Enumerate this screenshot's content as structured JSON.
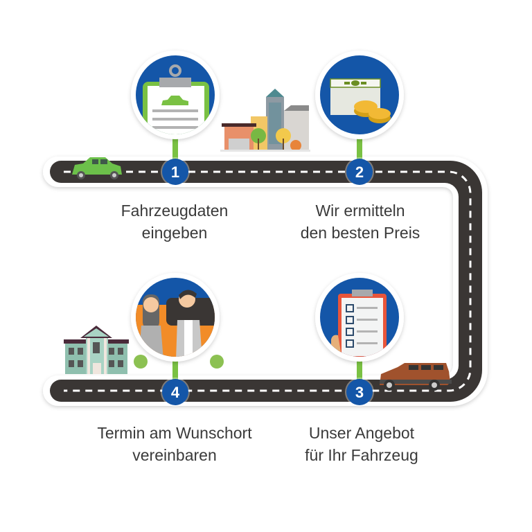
{
  "title": "Vehicle selling process",
  "colors": {
    "road": "#3a3634",
    "road_border": "#ffffff",
    "lane_marking": "#ffffff",
    "badge": "#1456a8",
    "circle_bg": "#1456a8",
    "connector": "#7ac143",
    "text": "#3a3a3a"
  },
  "steps": [
    {
      "number": "1",
      "line1": "Fahrzeugdaten",
      "line2": "eingeben",
      "icon": "clipboard-car-icon"
    },
    {
      "number": "2",
      "line1": "Wir ermitteln",
      "line2": "den besten Preis",
      "icon": "money-coins-icon"
    },
    {
      "number": "3",
      "line1": "Unser Angebot",
      "line2": "für Ihr Fahrzeug",
      "icon": "checklist-clipboard-icon"
    },
    {
      "number": "4",
      "line1": "Termin am Wunschort",
      "line2": "vereinbaren",
      "icon": "people-meeting-icon"
    }
  ],
  "decorations": {
    "top_car": "green-hatchback-icon",
    "bottom_car": "red-suv-icon",
    "city": "city-buildings-icon",
    "building": "town-hall-icon"
  }
}
